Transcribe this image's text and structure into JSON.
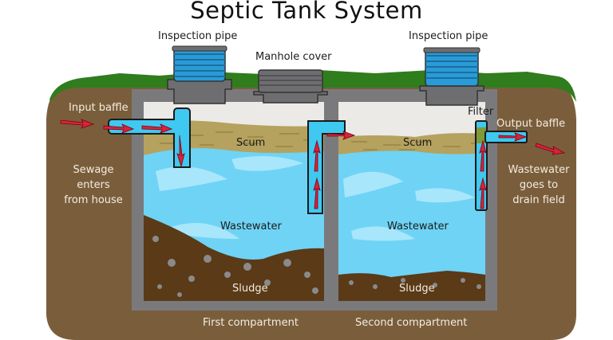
{
  "title": "Septic Tank System",
  "labels": {
    "inspection_pipe_left": "Inspection pipe",
    "manhole_cover": "Manhole cover",
    "inspection_pipe_right": "Inspection pipe",
    "input_baffle": "Input baffle",
    "sewage_enters": [
      "Sewage",
      "enters",
      "from house"
    ],
    "scum_first": "Scum",
    "scum_second": "Scum",
    "filter": "Filter",
    "output_baffle": "Output baffle",
    "wastewater_goes": [
      "Wastewater",
      "goes to",
      "drain field"
    ],
    "wastewater_first": "Wastewater",
    "wastewater_second": "Wastewater",
    "sludge_first": "Sludge",
    "sludge_second": "Sludge",
    "first_compartment": "First compartment",
    "second_compartment": "Second compartment"
  },
  "colors": {
    "soil": "#7a5e3c",
    "grass": "#2f7d1c",
    "concrete": "#7a7a7c",
    "air": "#eceae6",
    "scum": "#b5a25e",
    "water": "#6fd3f5",
    "water_highlight": "#a8e6fb",
    "sludge": "#5a3a17",
    "pipe": "#3fc8f0",
    "arrow": "#d9233a",
    "inspection_blue": "#2a9bd6",
    "filter": "#7f9a3a"
  }
}
